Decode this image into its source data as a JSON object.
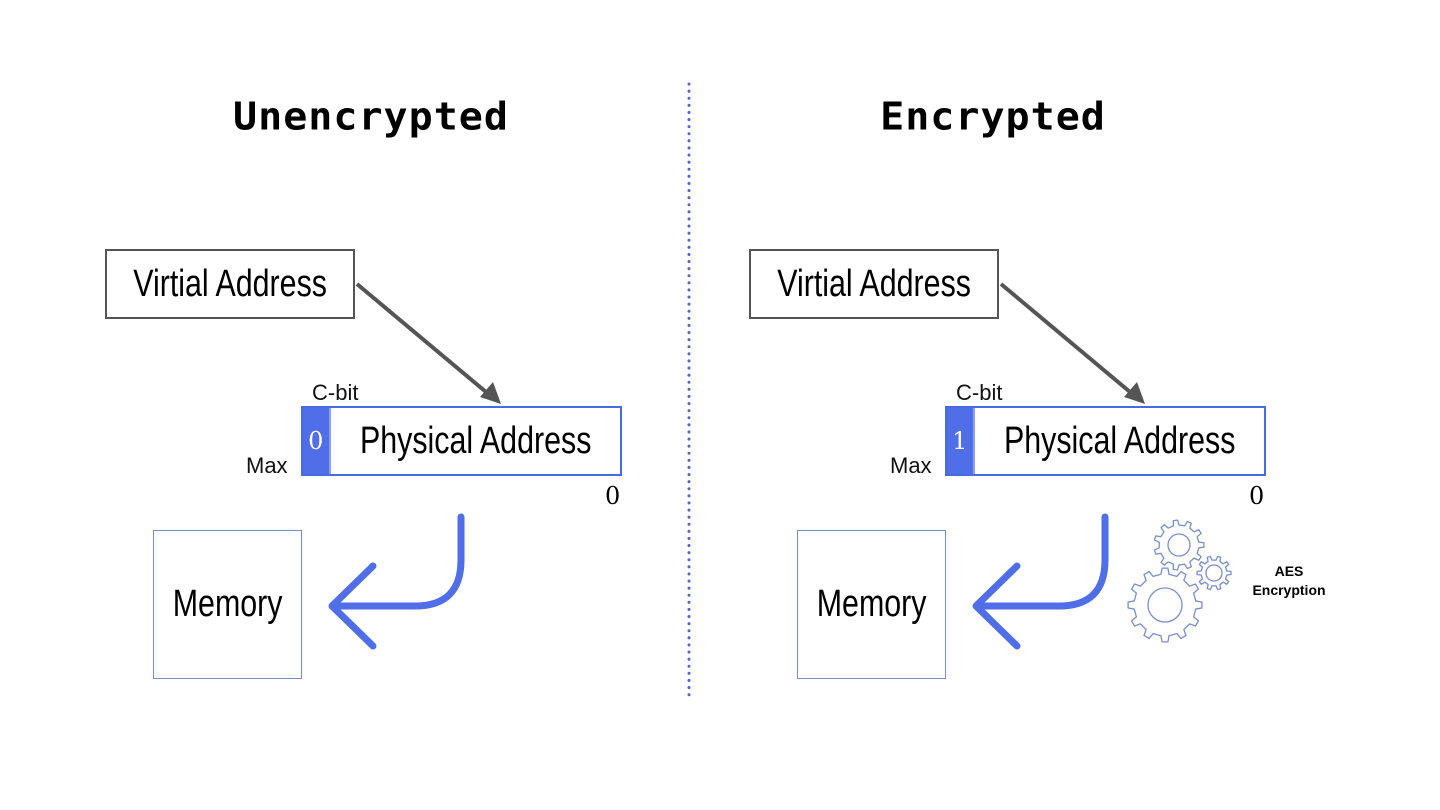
{
  "panels": [
    {
      "title": "Unencrypted",
      "virtual_address_label": "Virtial Address",
      "cbit_label": "C-bit",
      "cbit_value": "0",
      "physical_address_label": "Physical Address",
      "max_label": "Max",
      "zero_label": "0",
      "memory_label": "Memory"
    },
    {
      "title": "Encrypted",
      "virtual_address_label": "Virtial Address",
      "cbit_label": "C-bit",
      "cbit_value": "1",
      "physical_address_label": "Physical Address",
      "max_label": "Max",
      "zero_label": "0",
      "memory_label": "Memory",
      "encryption_label_line1": "AES",
      "encryption_label_line2": "Encryption"
    }
  ],
  "colors": {
    "accent_blue": "#4f6ee8",
    "arrow_gray": "#555555",
    "divider_blue": "#5565c8",
    "gear_outline": "#7a8fc8"
  }
}
